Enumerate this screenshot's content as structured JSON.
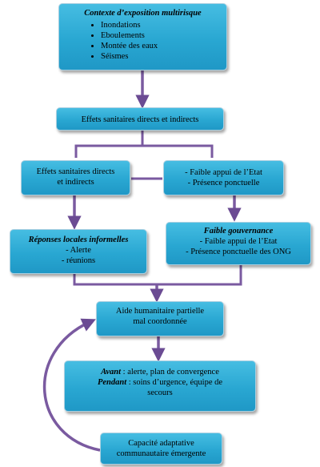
{
  "context": {
    "title": "Contexte d’exposition multirisque",
    "items": [
      "Inondations",
      "Eboulements",
      "Montée des eaux",
      "Séismes"
    ]
  },
  "effects_main": "Effets  sanitaires  directs  et indirects",
  "effects_left": {
    "line1": "Effets  sanitaires  directs",
    "line2": "et indirects"
  },
  "support_right": {
    "line1": "- Faible appui de l’Etat",
    "line2": "- Présence ponctuelle"
  },
  "local_responses": {
    "title": "Réponses locales informelles",
    "line1": "- Alerte",
    "line2": "- réunions"
  },
  "governance": {
    "title": "Faible gouvernance",
    "line1": "-   Faible appui de l’Etat",
    "line2": "-   Présence ponctuelle des ONG"
  },
  "aid": {
    "line1": "Aide humanitaire  partielle",
    "line2": "mal  coordonnée"
  },
  "phases": {
    "before_label": "Avant",
    "before_text": " : alerte, plan de convergence",
    "during_label": "Pendant",
    "during_text": " : soins d’urgence, équipe de",
    "during_text2": "secours"
  },
  "capacity": {
    "line1": "Capacité  adaptative",
    "line2": "communautaire  émergente"
  },
  "colors": {
    "box_fill": "#2ba8d3",
    "connector": "#7a5aa0",
    "arrow_fill": "#6b4b93"
  }
}
